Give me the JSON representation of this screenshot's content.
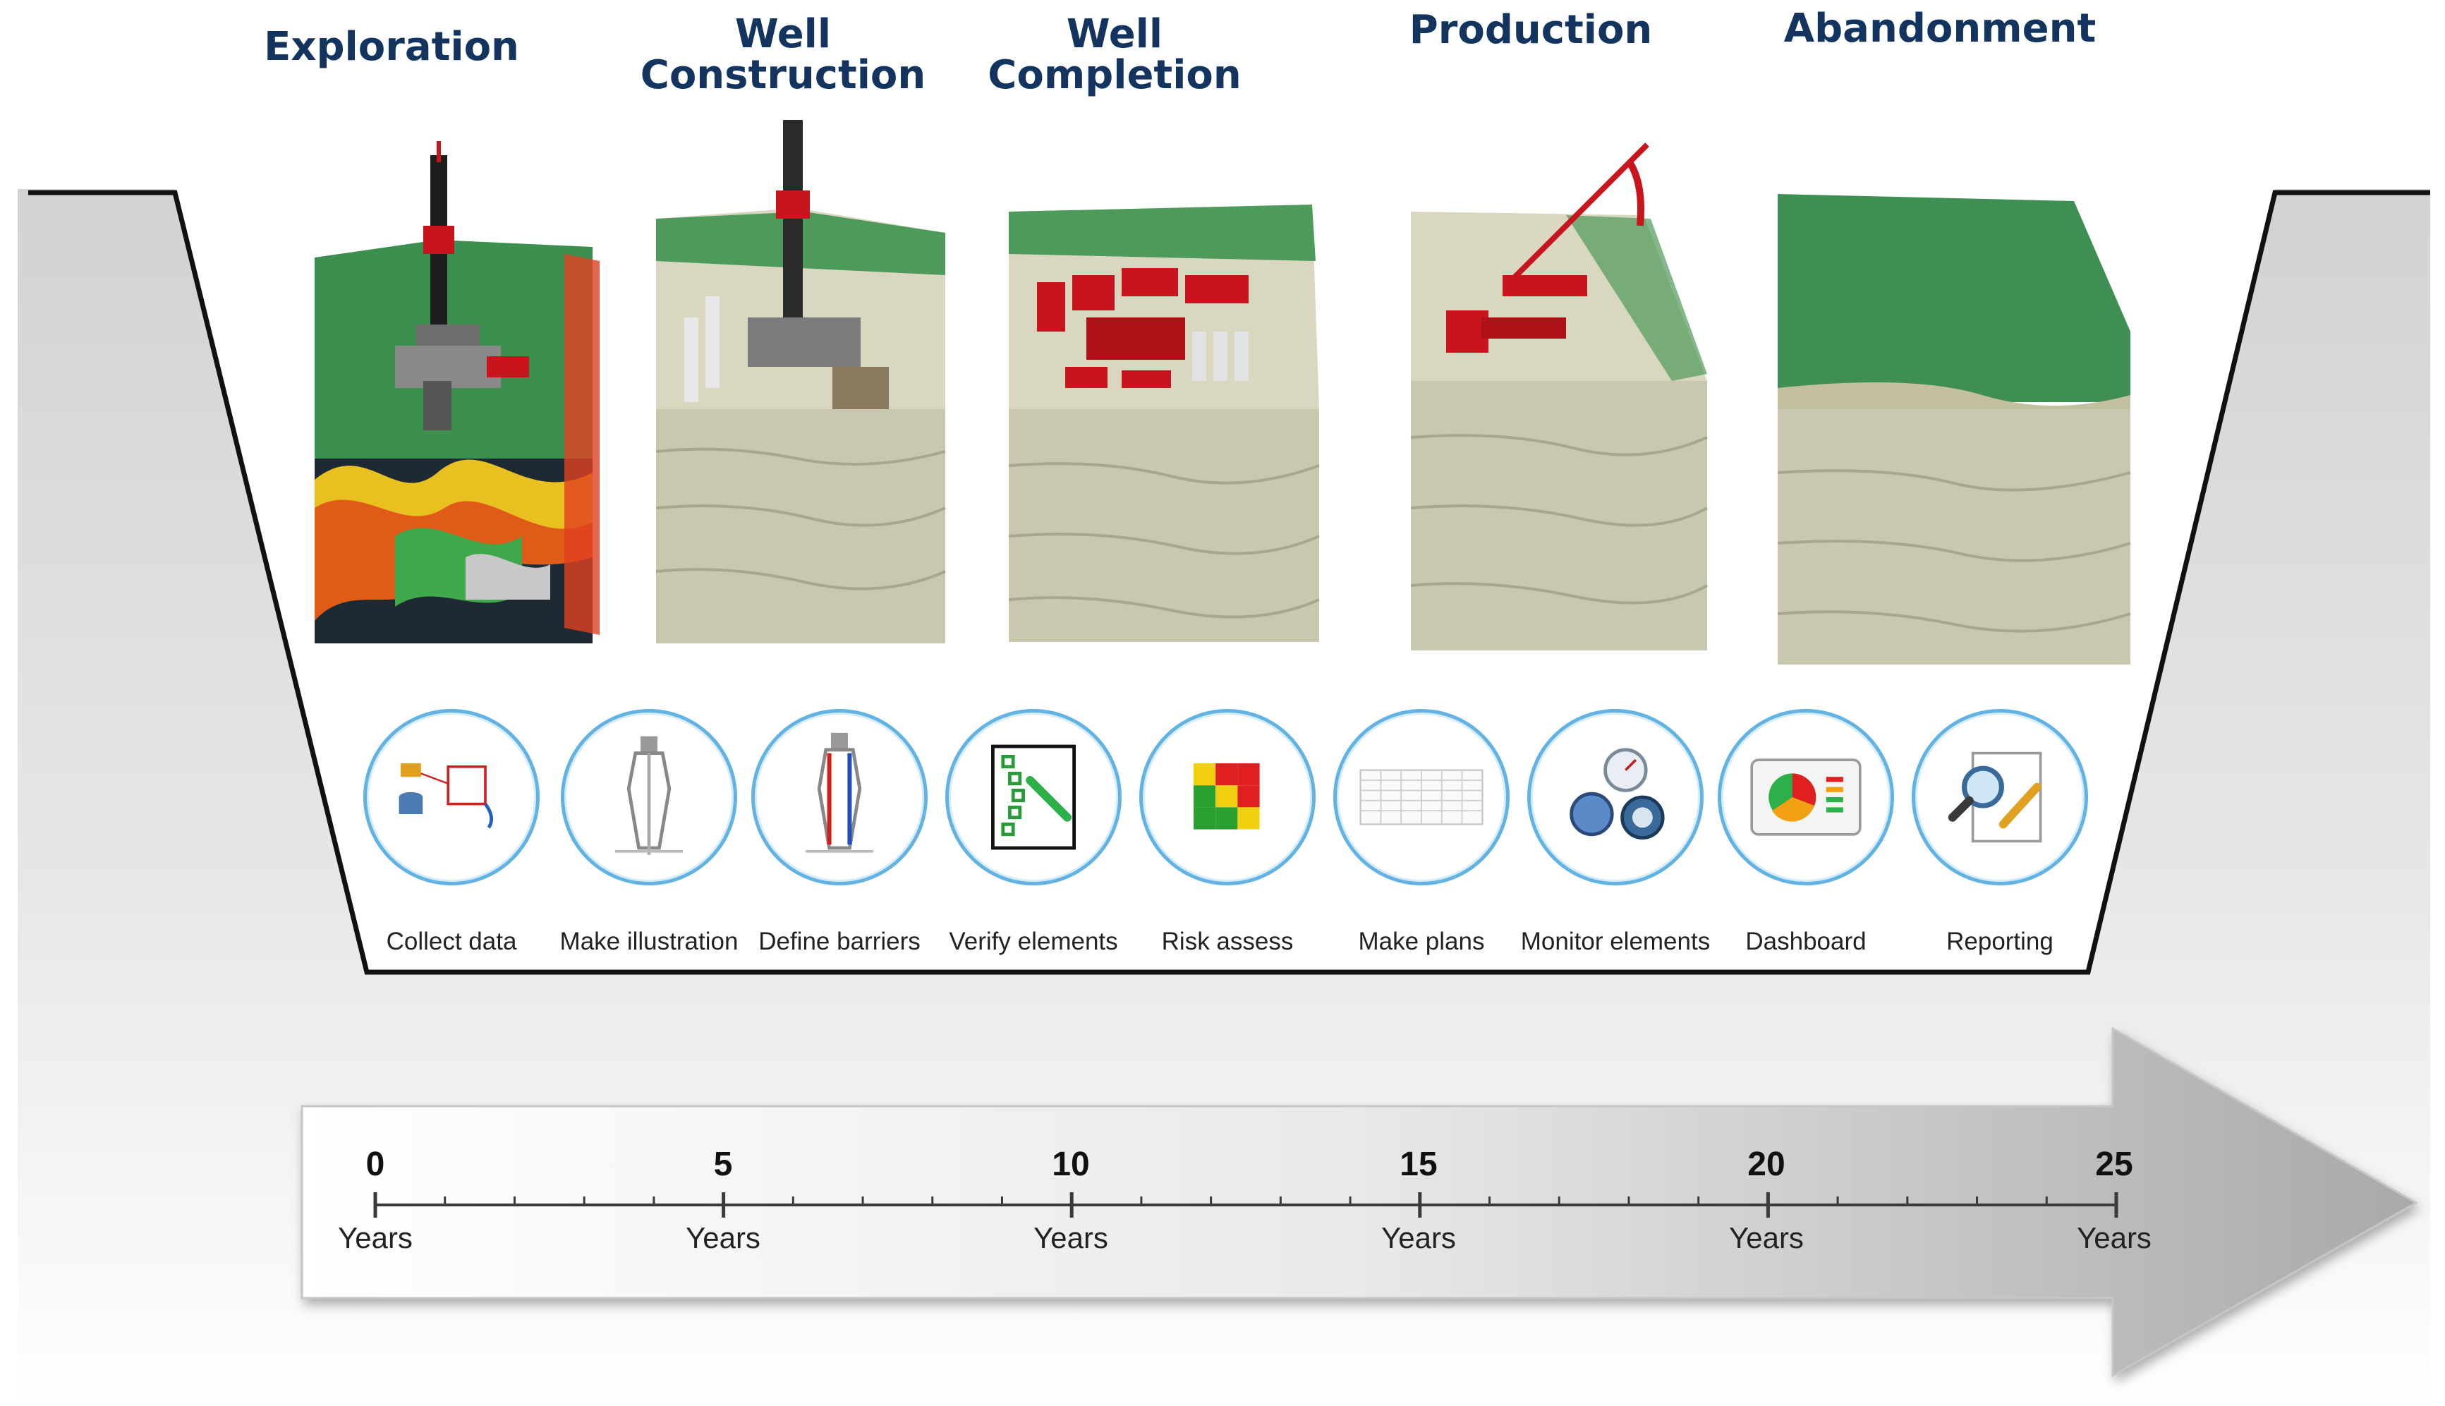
{
  "phases": [
    {
      "line1": "",
      "line2": "Exploration"
    },
    {
      "line1": "Well",
      "line2": "Construction"
    },
    {
      "line1": "Well",
      "line2": "Completion"
    },
    {
      "line1": "",
      "line2": "Production"
    },
    {
      "line1": "",
      "line2": "Abandonment"
    }
  ],
  "tools": [
    {
      "label": "Collect data",
      "icon": "data-collection-icon"
    },
    {
      "label": "Make illustration",
      "icon": "well-schematic-icon"
    },
    {
      "label": "Define barriers",
      "icon": "barrier-schematic-icon"
    },
    {
      "label": "Verify elements",
      "icon": "checklist-icon"
    },
    {
      "label": "Risk assess",
      "icon": "risk-matrix-icon"
    },
    {
      "label": "Make plans",
      "icon": "plan-table-icon"
    },
    {
      "label": "Monitor elements",
      "icon": "pressure-gauges-icon"
    },
    {
      "label": "Dashboard",
      "icon": "pie-chart-dashboard-icon"
    },
    {
      "label": "Reporting",
      "icon": "report-magnifier-icon"
    }
  ],
  "timeline": {
    "ticks": [
      {
        "value": "0",
        "unit": "Years"
      },
      {
        "value": "5",
        "unit": "Years"
      },
      {
        "value": "10",
        "unit": "Years"
      },
      {
        "value": "15",
        "unit": "Years"
      },
      {
        "value": "20",
        "unit": "Years"
      },
      {
        "value": "25",
        "unit": "Years"
      }
    ]
  },
  "colors": {
    "title": "#12345e",
    "circle_border": "#62b3e4",
    "grass": "#3f8f55",
    "rock": "#c9c7ad",
    "equipment_red": "#c8141c"
  }
}
